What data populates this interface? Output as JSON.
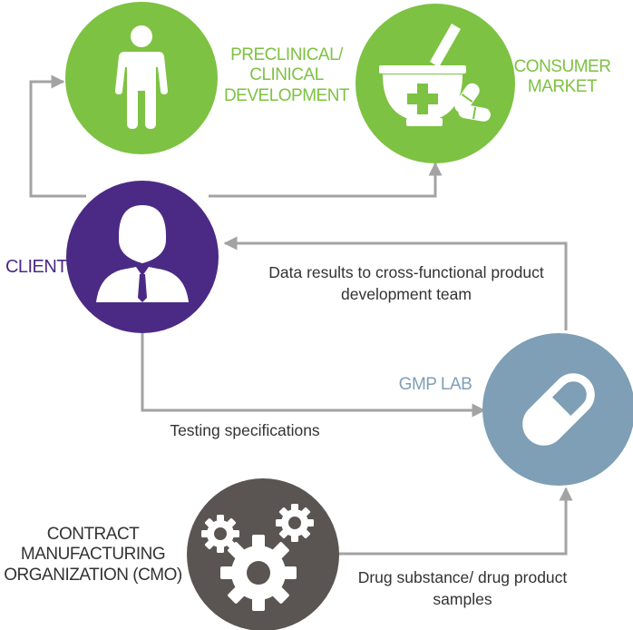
{
  "colors": {
    "green": "#7dc242",
    "purple": "#4b2a85",
    "steel_blue": "#7e9fb5",
    "dark_gray": "#5a5553",
    "arrow_gray": "#a3a3a3",
    "text": "#333333"
  },
  "nodes": {
    "preclinical": {
      "label": "PRECLINICAL/ CLINICAL DEVELOPMENT",
      "icon": "person-standing-icon"
    },
    "consumer": {
      "label": "CONSUMER MARKET",
      "icon": "mortar-pestle-pills-icon"
    },
    "client": {
      "label": "CLIENT",
      "icon": "businessman-icon"
    },
    "gmp_lab": {
      "label": "GMP LAB",
      "icon": "capsule-pill-icon"
    },
    "cmo": {
      "label": "CONTRACT MANUFACTURING ORGANIZATION (CMO)",
      "icon": "gears-icon"
    }
  },
  "edges": {
    "data_results": "Data results to cross-functional product development team",
    "testing": "Testing specifications",
    "drug_samples": "Drug substance/ drug product samples"
  }
}
